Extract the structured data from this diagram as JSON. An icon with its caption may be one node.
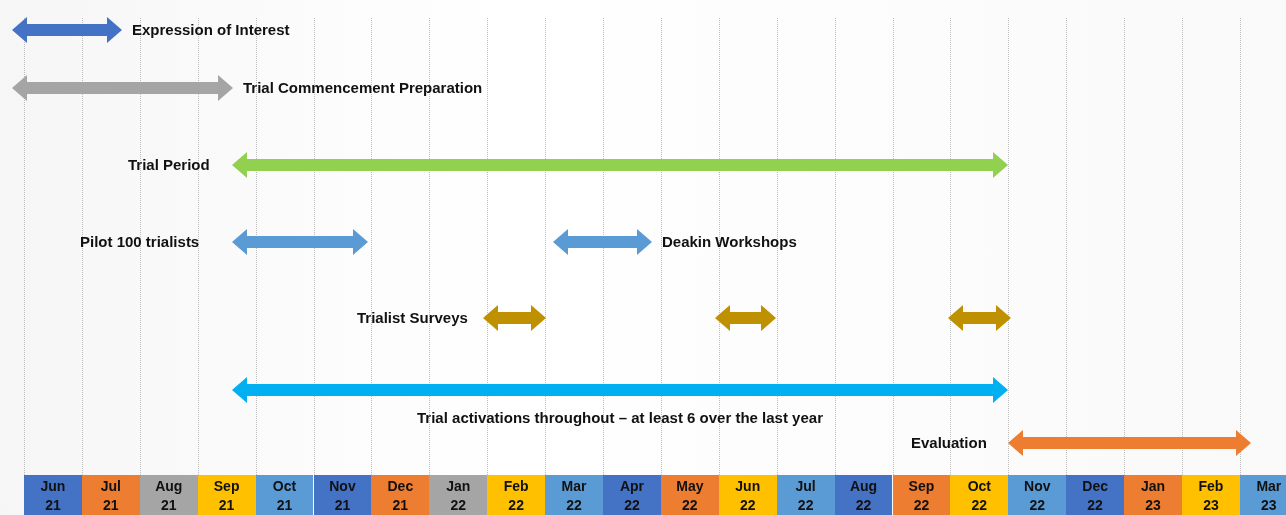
{
  "diagram": {
    "nodes": [
      {
        "text": [
          "Expression of Interest"
        ]
      },
      {
        "text": [
          "Trial Commencement Preparation"
        ]
      },
      {
        "text": [
          "Trial Period"
        ]
      },
      {
        "text": [
          "Pilot 100 trialists"
        ]
      },
      {
        "text": [
          "Deakin Workshops"
        ]
      },
      {
        "text": [
          "Trialist Surveys"
        ]
      },
      {
        "text": [],
        "shape": "bar"
      },
      {
        "text": [],
        "shape": "bar"
      },
      {
        "text": [
          "Trial activations throughout – at least 6 over the last year"
        ]
      },
      {
        "text": [
          "Evaluation"
        ]
      }
    ],
    "edges": [],
    "labels": [
      "Jun 21",
      "Jul 21",
      "Aug 21",
      "Sep 21",
      "Oct 21",
      "Nov 21",
      "Dec 21",
      "Jan 22",
      "Feb 22",
      "Mar 22",
      "Apr 22",
      "May 22",
      "Jun 22",
      "Jul 22",
      "Aug 22",
      "Sep 22",
      "Oct 22",
      "Nov 22",
      "Dec 22",
      "Jan 23",
      "Feb 23",
      "Mar 23"
    ]
  }
}
